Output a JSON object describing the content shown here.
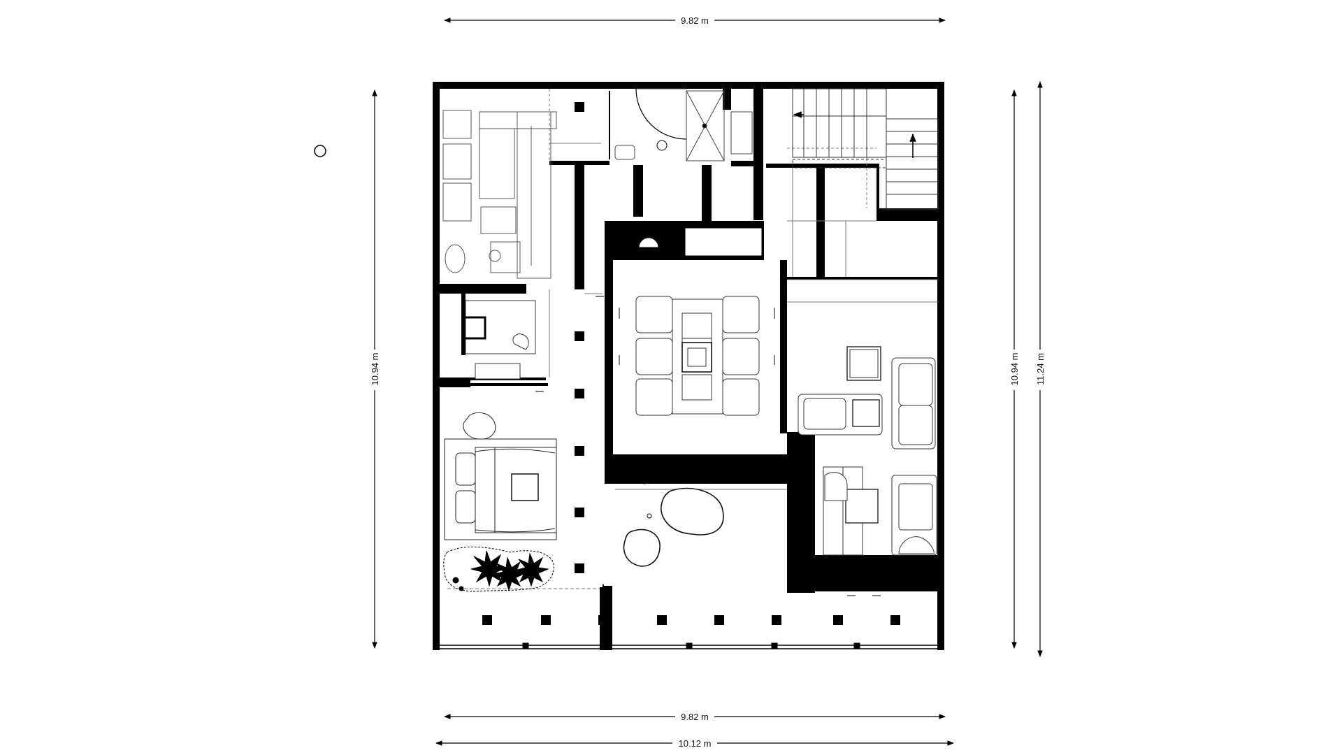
{
  "floorplan": {
    "dimensions": {
      "top_width": "9.82 m",
      "bottom_inner_width": "9.82 m",
      "bottom_outer_width": "10.12 m",
      "left_height": "10.94 m",
      "right_inner_height": "10.94 m",
      "right_outer_height": "11.24 m"
    },
    "colors": {
      "wall": "#000000",
      "background": "#ffffff",
      "line": "#222222"
    }
  }
}
